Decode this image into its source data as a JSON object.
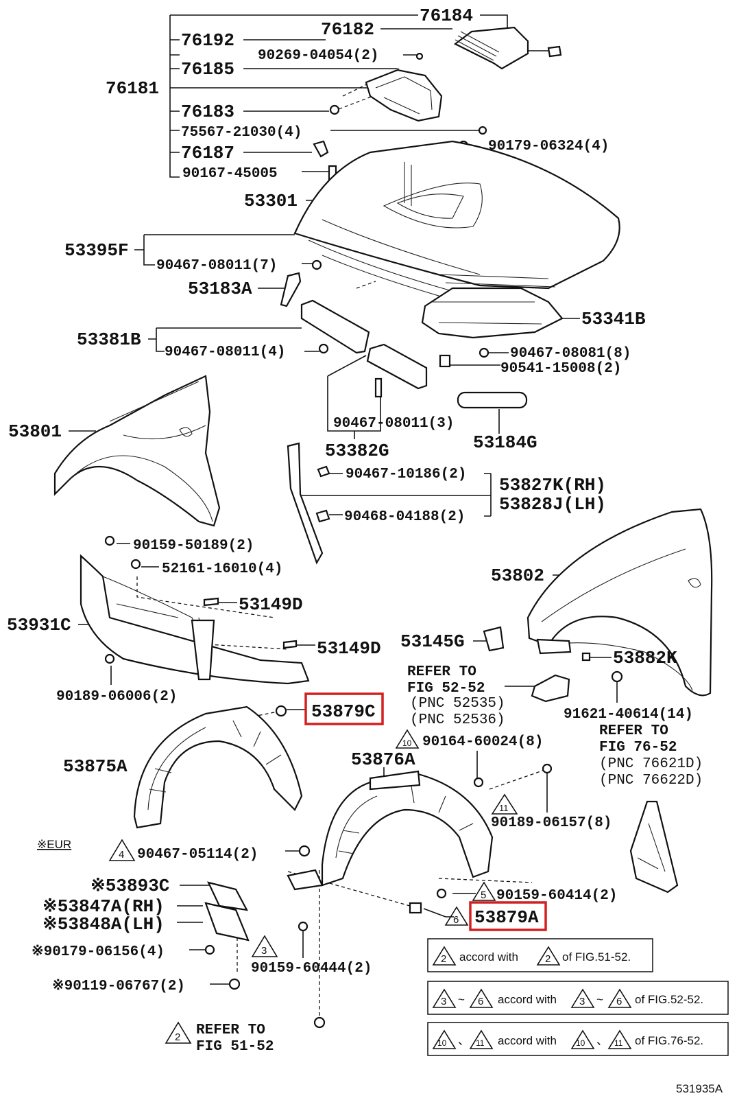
{
  "labels": {
    "p76184": "76184",
    "p76182": "76182",
    "p76192": "76192",
    "p90269": "90269-04054(2)",
    "p76185": "76185",
    "p76181": "76181",
    "p76183": "76183",
    "p75567": "75567-21030(4)",
    "p90179a": "90179-06324(4)",
    "p76187": "76187",
    "p90167": "90167-45005",
    "p53301": "53301",
    "p53395F": "53395F",
    "p90467a": "90467-08011(7)",
    "p53183A": "53183A",
    "p53341B": "53341B",
    "p53381B": "53381B",
    "p90467b": "90467-08011(4)",
    "p90467c": "90467-08081(8)",
    "p90541": "90541-15008(2)",
    "p53801": "53801",
    "p90467d": "90467-08011(3)",
    "p53184G": "53184G",
    "p53382G": "53382G",
    "p90467e": "90467-10186(2)",
    "p53827K": "53827K(RH)",
    "p53828J": "53828J(LH)",
    "p90468": "90468-04188(2)",
    "p90159a": "90159-50189(2)",
    "p52161": "52161-16010(4)",
    "p53802": "53802",
    "p53149Da": "53149D",
    "p53931C": "53931C",
    "p53145G": "53145G",
    "p53149Db": "53149D",
    "p53882K": "53882K",
    "ref5252a": "REFER TO",
    "ref5252b": "FIG 52-52",
    "pnc52535": "(PNC 52535)",
    "pnc52536": "(PNC 52536)",
    "p90189a": "90189-06006(2)",
    "p53879C": "53879C",
    "p91621": "91621-40614(14)",
    "ref7652a": "REFER TO",
    "ref7652b": "FIG 76-52",
    "pnc76621": "(PNC 76621D)",
    "pnc76622": "(PNC 76622D)",
    "p90164": "90164-60024(8)",
    "p53875A": "53875A",
    "p53876A": "53876A",
    "p90189b": "90189-06157(8)",
    "eur": "※EUR",
    "p90467f": "90467-05114(2)",
    "p53893C": "※53893C",
    "p53847A": "※53847A(RH)",
    "p53848A": "※53848A(LH)",
    "p90159b": "90159-60414(2)",
    "p53879A": "53879A",
    "p90179b": "※90179-06156(4)",
    "p90159c": "90159-60444(2)",
    "p90119": "※90119-06767(2)",
    "ref5152a": "REFER TO",
    "ref5152b": "FIG 51-52",
    "figno": "531935A"
  },
  "triangles": {
    "t10a": "10",
    "t11a": "11",
    "t4": "4",
    "t5": "5",
    "t6": "6",
    "t3": "3",
    "t2": "2"
  },
  "notes": {
    "n1": {
      "a": "2",
      "t1": "accord with",
      "b": "2",
      "t2": "of FIG.51-52."
    },
    "n2": {
      "a": "3",
      "sep": "~",
      "b": "6",
      "t1": "accord with",
      "c": "3",
      "d": "6",
      "t2": "of FIG.52-52."
    },
    "n3": {
      "a": "10",
      "sep": "、",
      "b": "11",
      "t1": "accord with",
      "c": "10",
      "d": "11",
      "t2": "of FIG.76-52."
    }
  },
  "highlight_color": "#d41f1f"
}
